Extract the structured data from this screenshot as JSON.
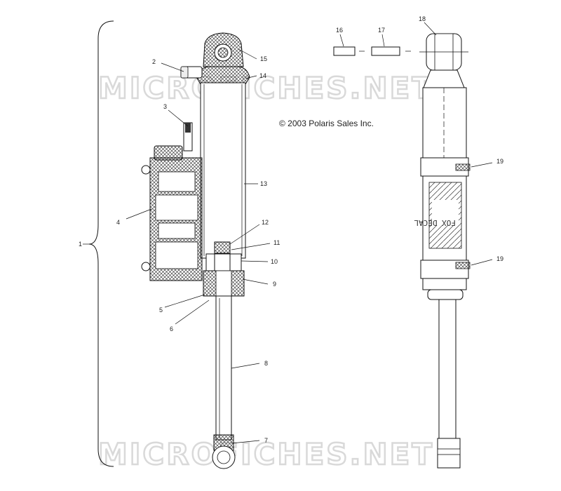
{
  "copyright": "© 2003 Polaris Sales Inc.",
  "watermark": "MICROFICHES.NET",
  "decal_text": "FOX DECAL",
  "callouts": [
    "1",
    "2",
    "3",
    "4",
    "5",
    "6",
    "7",
    "8",
    "9",
    "10",
    "11",
    "12",
    "13",
    "14",
    "15",
    "16",
    "17",
    "18",
    "19",
    "19"
  ]
}
